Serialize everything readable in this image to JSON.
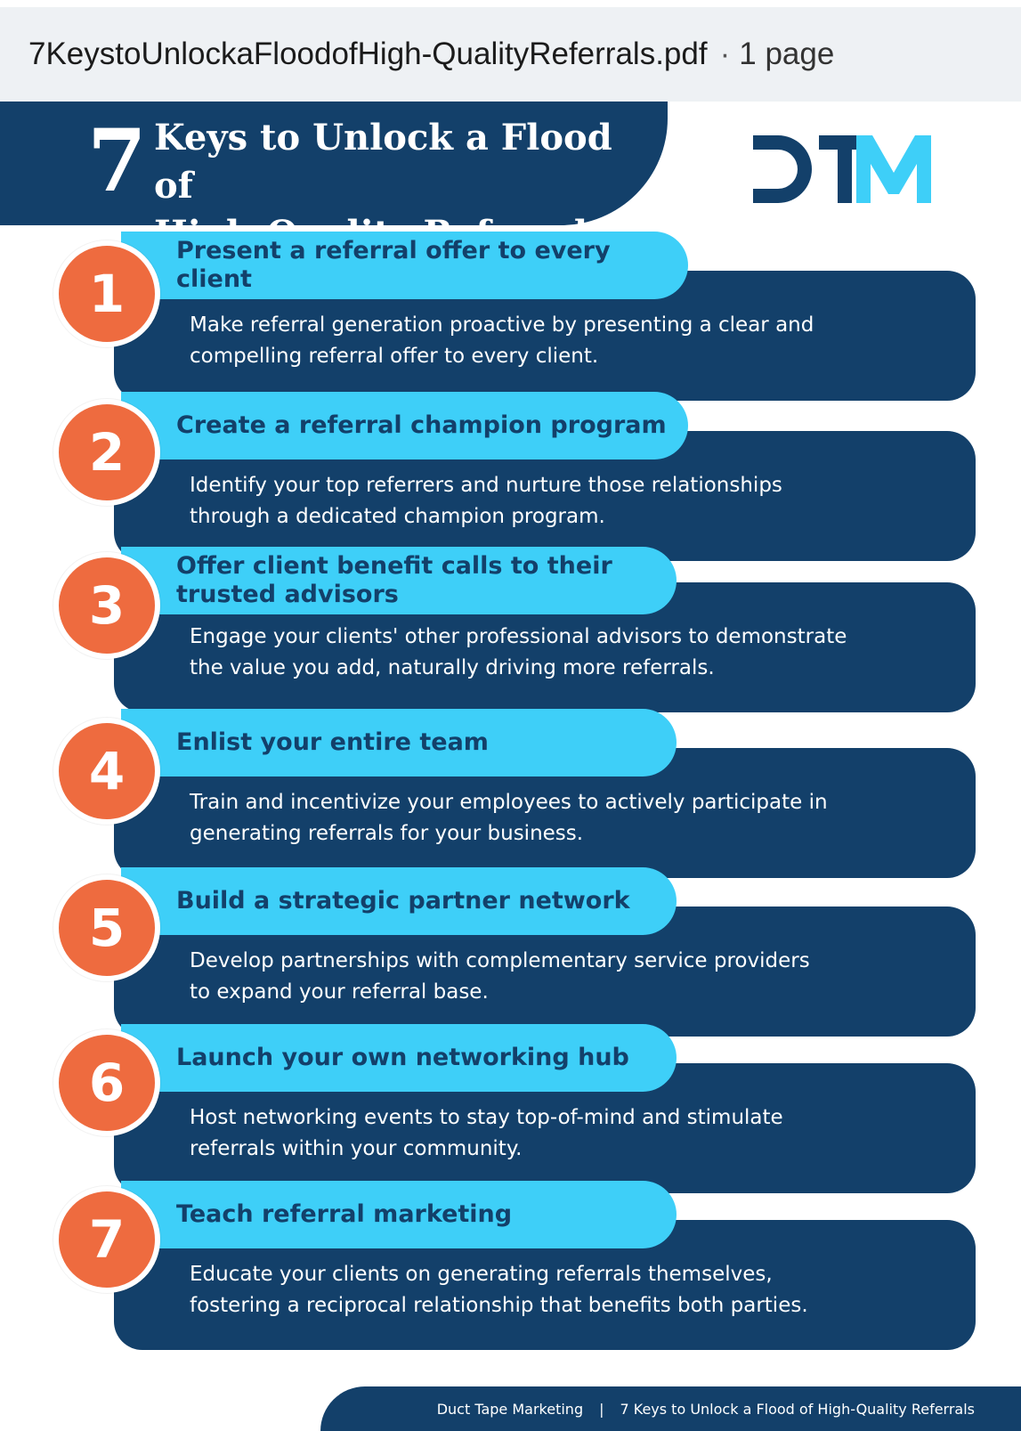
{
  "file_bar": {
    "file_name": "7KeystoUnlockaFloodofHigh-QualityReferrals.pdf",
    "separator": "·",
    "page_count": "1 page"
  },
  "header": {
    "number": "7",
    "title_line1": "Keys to Unlock a Flood of",
    "title_line2": "High-Quality Referrals",
    "logo_text": "DTM",
    "logo_colors": {
      "dark": "#13406a",
      "accent": "#3ecff8"
    }
  },
  "colors": {
    "navy": "#13406a",
    "cyan": "#3ecff8",
    "orange": "#ee6b3f"
  },
  "keys": [
    {
      "number": "1",
      "title": "Present a referral offer to every client",
      "desc_line1": "Make referral generation proactive by presenting a clear and",
      "desc_line2": "compelling referral offer to every client."
    },
    {
      "number": "2",
      "title": "Create a referral champion program",
      "desc_line1": "Identify your top referrers and nurture those relationships",
      "desc_line2": "through a dedicated champion program."
    },
    {
      "number": "3",
      "title_line1": "Offer client benefit calls to their",
      "title_line2": "trusted advisors",
      "desc_line1": "Engage your clients' other professional advisors to demonstrate",
      "desc_line2": "the value you add, naturally driving more referrals."
    },
    {
      "number": "4",
      "title": "Enlist your entire team",
      "desc_line1": "Train and incentivize your employees to actively participate in",
      "desc_line2": "generating referrals for your business."
    },
    {
      "number": "5",
      "title": "Build a strategic partner network",
      "desc_line1": "Develop partnerships with complementary service providers",
      "desc_line2": "to expand your referral base."
    },
    {
      "number": "6",
      "title": "Launch your own networking hub",
      "desc_line1": "Host networking events to stay top-of-mind and stimulate",
      "desc_line2": "referrals within your community."
    },
    {
      "number": "7",
      "title": "Teach referral marketing",
      "desc_line1": "Educate your clients on generating referrals themselves,",
      "desc_line2": "fostering a reciprocal relationship that benefits both parties."
    }
  ],
  "footer": {
    "brand": "Duct Tape Marketing",
    "separator": "|",
    "doc_title": "7 Keys to Unlock a Flood of High-Quality Referrals"
  }
}
